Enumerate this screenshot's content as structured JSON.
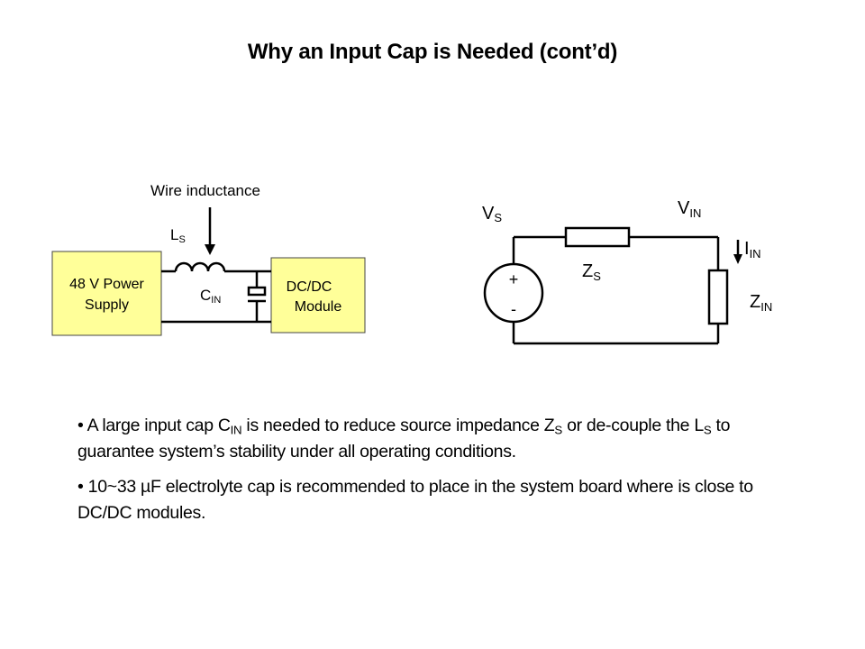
{
  "slide": {
    "title": "Why an Input Cap is Needed (cont’d)"
  },
  "left_diagram": {
    "annotation": "Wire inductance",
    "inductor_label": {
      "main": "L",
      "sub": "S"
    },
    "capacitor_label": {
      "main": "C",
      "sub": "IN"
    },
    "power_supply": {
      "line1": "48 V Power",
      "line2": "Supply"
    },
    "module": {
      "line1": "DC/DC",
      "line2": "Module"
    },
    "box_fill": "#FFFF99"
  },
  "right_diagram": {
    "source_voltage_label": {
      "main": "V",
      "sub": "S"
    },
    "input_voltage_label": {
      "main": "V",
      "sub": "IN"
    },
    "input_current_label": {
      "main": "I",
      "sub": "IN"
    },
    "source_impedance_label": {
      "main": "Z",
      "sub": "S"
    },
    "input_impedance_label": {
      "main": "Z",
      "sub": "IN"
    },
    "plus_sign": "+",
    "minus_sign": "-"
  },
  "bullets": [
    {
      "parts": [
        {
          "t": "• A large input cap C"
        },
        {
          "sub": "IN"
        },
        {
          "t": " is needed to reduce source impedance Z"
        },
        {
          "sub": "S"
        },
        {
          "t": " or de-couple the L"
        },
        {
          "sub": "S"
        },
        {
          "t": " to guarantee system’s stability under all operating conditions."
        }
      ]
    },
    {
      "parts": [
        {
          "t": "• 10~33 µF electrolyte cap is recommended to place in the system board where is close to DC/DC modules."
        }
      ]
    }
  ]
}
